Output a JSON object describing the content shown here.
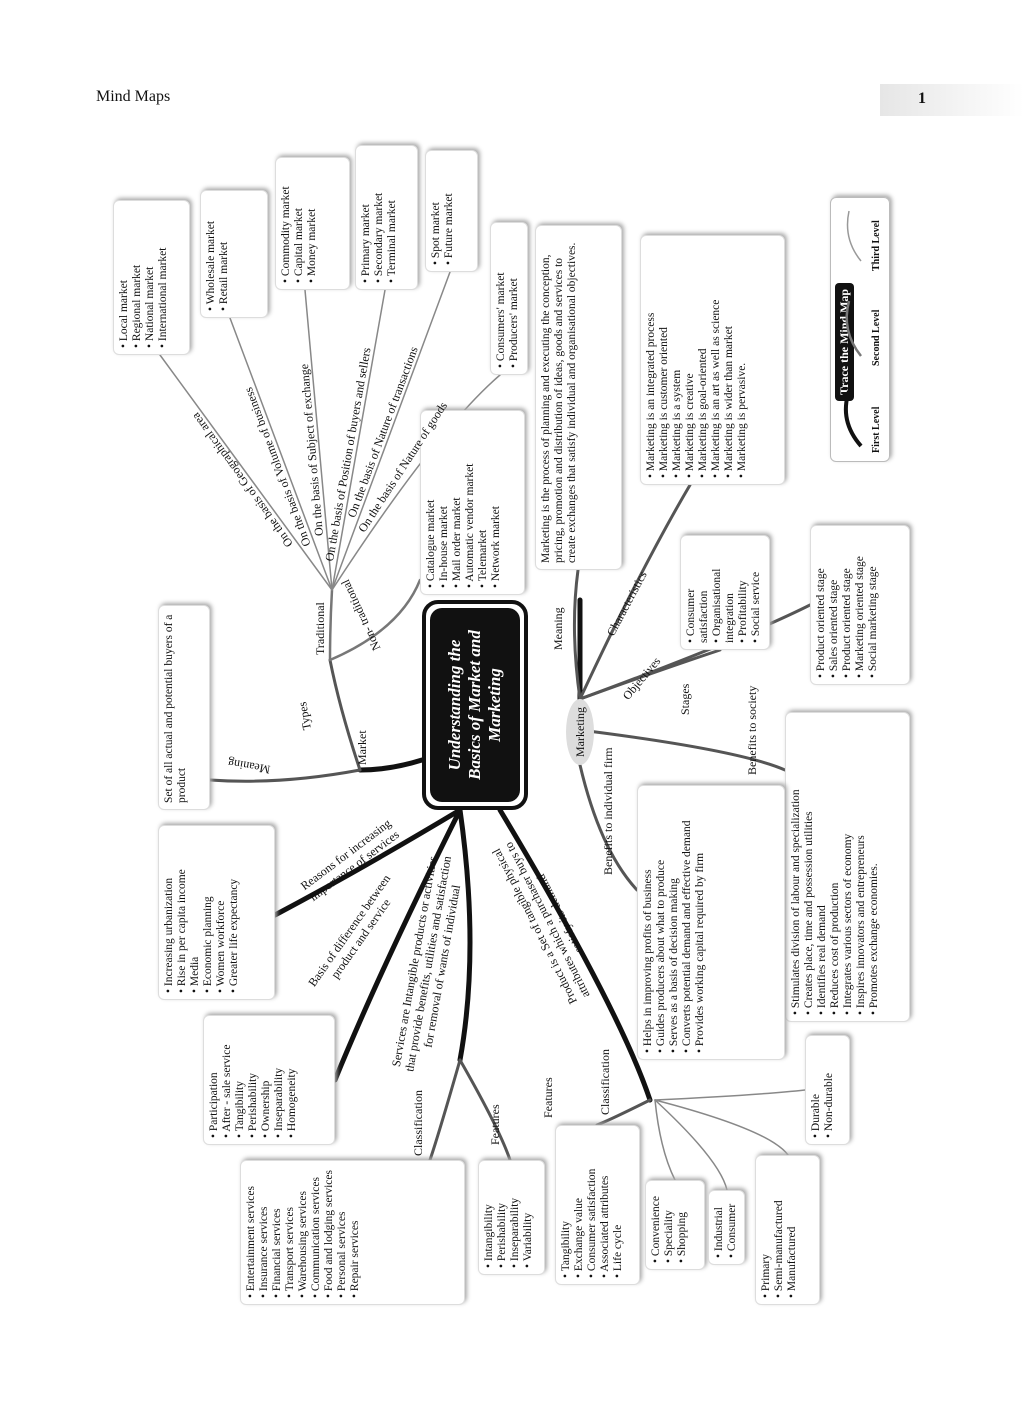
{
  "header": {
    "title": "Mind Maps",
    "page_number": "1"
  },
  "center": {
    "title": "Understanding the Basics of Market and Marketing"
  },
  "marketing_node": "Marketing",
  "legend": {
    "title": "Trace the Mind Map",
    "levels": [
      "First Level",
      "Second Level",
      "Third Level"
    ]
  },
  "labels": {
    "market": "Market",
    "market_meaning": "Meaning",
    "types": "Types",
    "traditional": "Traditional",
    "non_traditional": "Non- traditional",
    "geo": "On the basis of Geographical area",
    "volume": "On the basis of Volume of business",
    "subject": "On the basis of Subject of exchange",
    "position": "On the basis of Position of buyers and sellers",
    "transactions": "On the basis of Nature of transactions",
    "goods": "On the basis of Nature of goods",
    "mk_meaning": "Meaning",
    "characteristics": "Characteristics",
    "objectives": "Objectives",
    "stages": "Stages",
    "society": "Benefits to society",
    "individual": "Benefits to individual firm",
    "reasons": "Reasons for increasing importance of services",
    "difference": "Basis of difference between product and service",
    "services": "Services are Intangible products or activities that provide benefits, utilities and satisfaction for removal of wants of individual",
    "product": "Product is a Set of tangible physical attributes which a purchaser buys to satisfy its demand",
    "svc_classification": "Classification",
    "svc_features": "Features",
    "prd_features": "Features",
    "prd_classification": "Classification"
  },
  "boxes": {
    "geo": [
      "Local market",
      "Regional market",
      "National market",
      "International market"
    ],
    "volume": [
      "Wholesale market",
      "Retail market"
    ],
    "subject": [
      "Commodity market",
      "Capital market",
      "Money market"
    ],
    "position": [
      "Primary market",
      "Secondary market",
      "Terminal market"
    ],
    "transactions": [
      "Spot market",
      "Future market"
    ],
    "goods": [
      "Consumers' market",
      "Producers' market"
    ],
    "definition": "Marketing is the process of planning and executing the conception, pricing, promotion and distribution of ideas, goods and services to create exchanges that satisfy individual and organisational objectives.",
    "characteristics": [
      "Marketing is an integrated process",
      "Marketing is customer oriented",
      "Marketing is a system",
      "Marketing is creative",
      "Marketing is goal-oriented",
      "Marketing is an art as well as science",
      "Marketing is wider than market",
      "Marketing is pervasive."
    ],
    "non_traditional": [
      "Catalogue market",
      "In-house market",
      "Mail order market",
      "Automatic vendor market",
      "Telemarket",
      "Network market"
    ],
    "market_meaning": "Set of all actual and potential buyers of a product",
    "objectives": [
      "Consumer satisfaction",
      "Organisational integration",
      "Profitability",
      "Social service"
    ],
    "stages": [
      "Product oriented stage",
      "Sales oriented stage",
      "Product oriented stage",
      "Marketing oriented stage",
      "Social marketing stage"
    ],
    "society": [
      "Stimulates division of labour and specialization",
      "Creates place, time and possession utilities",
      "Identifies real demand",
      "Reduces cost of production",
      "Integrates various sectors of economy",
      "Inspires innovators and entrepreneurs",
      "Promotes exchange economies."
    ],
    "individual": [
      "Helps in improving profits of business",
      "Guides producers about what to produce",
      "Serves as a basis of decision making",
      "Converts potential demand and effective demand",
      "Provides working capital required by firm"
    ],
    "reasons": [
      "Increasing urbanization",
      "Rise in per capita income",
      "Media",
      "Economic planning",
      "Women workforce",
      "Greater life expectancy"
    ],
    "difference": [
      "Participation",
      "After - sale service",
      "Tangibility",
      "Perishability",
      "Ownership",
      "Inseparability",
      "Homogeneity"
    ],
    "svc_classification": [
      "Entertainment services",
      "Insurance services",
      "Financial services",
      "Transport services",
      "Warehousing services",
      "Communication services",
      "Food and lodging services",
      "Personal services",
      "Repair services"
    ],
    "svc_features": [
      "Intangibility",
      "Perishability",
      "Inseparability",
      "Variability"
    ],
    "prd_features": [
      "Tangibility",
      "Exchange value",
      "Consumer satisfaction",
      "Associated attributes",
      "Life cycle"
    ],
    "prd_convenience": [
      "Convenience",
      "Speciality",
      "Shopping"
    ],
    "prd_industrial": [
      "Industrial",
      "Consumer"
    ],
    "prd_primary": [
      "Primary",
      "Semi-manufactured",
      "Manufactured"
    ],
    "prd_durable": [
      "Durable",
      "Non-durable"
    ]
  }
}
